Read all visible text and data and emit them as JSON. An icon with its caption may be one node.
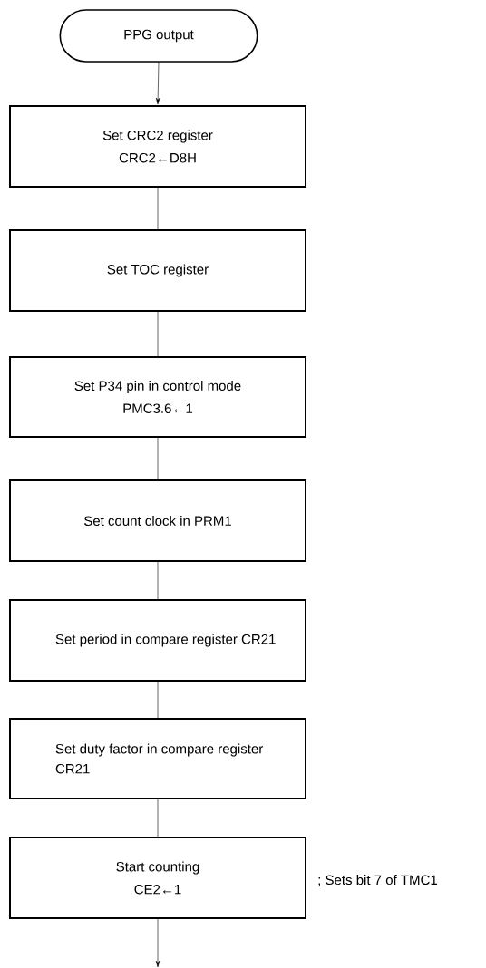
{
  "diagram": {
    "nodes": [
      {
        "text": [
          "PPG output"
        ]
      },
      {
        "text": [
          "Set CRC2 register",
          "CRC2←D8H"
        ]
      },
      {
        "text": [
          "Set  TOC register"
        ]
      },
      {
        "text": [
          "Set P34 pin in control mode",
          "PMC3.6←1"
        ]
      },
      {
        "text": [
          "Set count clock in PRM1"
        ]
      },
      {
        "text": [
          "Set period in compare register CR21"
        ]
      },
      {
        "text": [
          "Set duty factor in compare register CR21"
        ]
      },
      {
        "text": [
          "Start counting",
          "CE2←1"
        ],
        "beside": [
          "; Sets bit 7 of TMC1"
        ]
      }
    ],
    "edges": [
      {
        "from": 0,
        "to": 1,
        "arrow": "to"
      },
      {
        "from": 1,
        "to": 2,
        "arrow": "none"
      },
      {
        "from": 2,
        "to": 3,
        "arrow": "none"
      },
      {
        "from": 3,
        "to": 4,
        "arrow": "none"
      },
      {
        "from": 4,
        "to": 5,
        "arrow": "none"
      },
      {
        "from": 5,
        "to": 6,
        "arrow": "none"
      },
      {
        "from": 6,
        "to": 7,
        "arrow": "none"
      },
      {
        "from": 7,
        "to": null,
        "arrow": "to"
      }
    ]
  }
}
